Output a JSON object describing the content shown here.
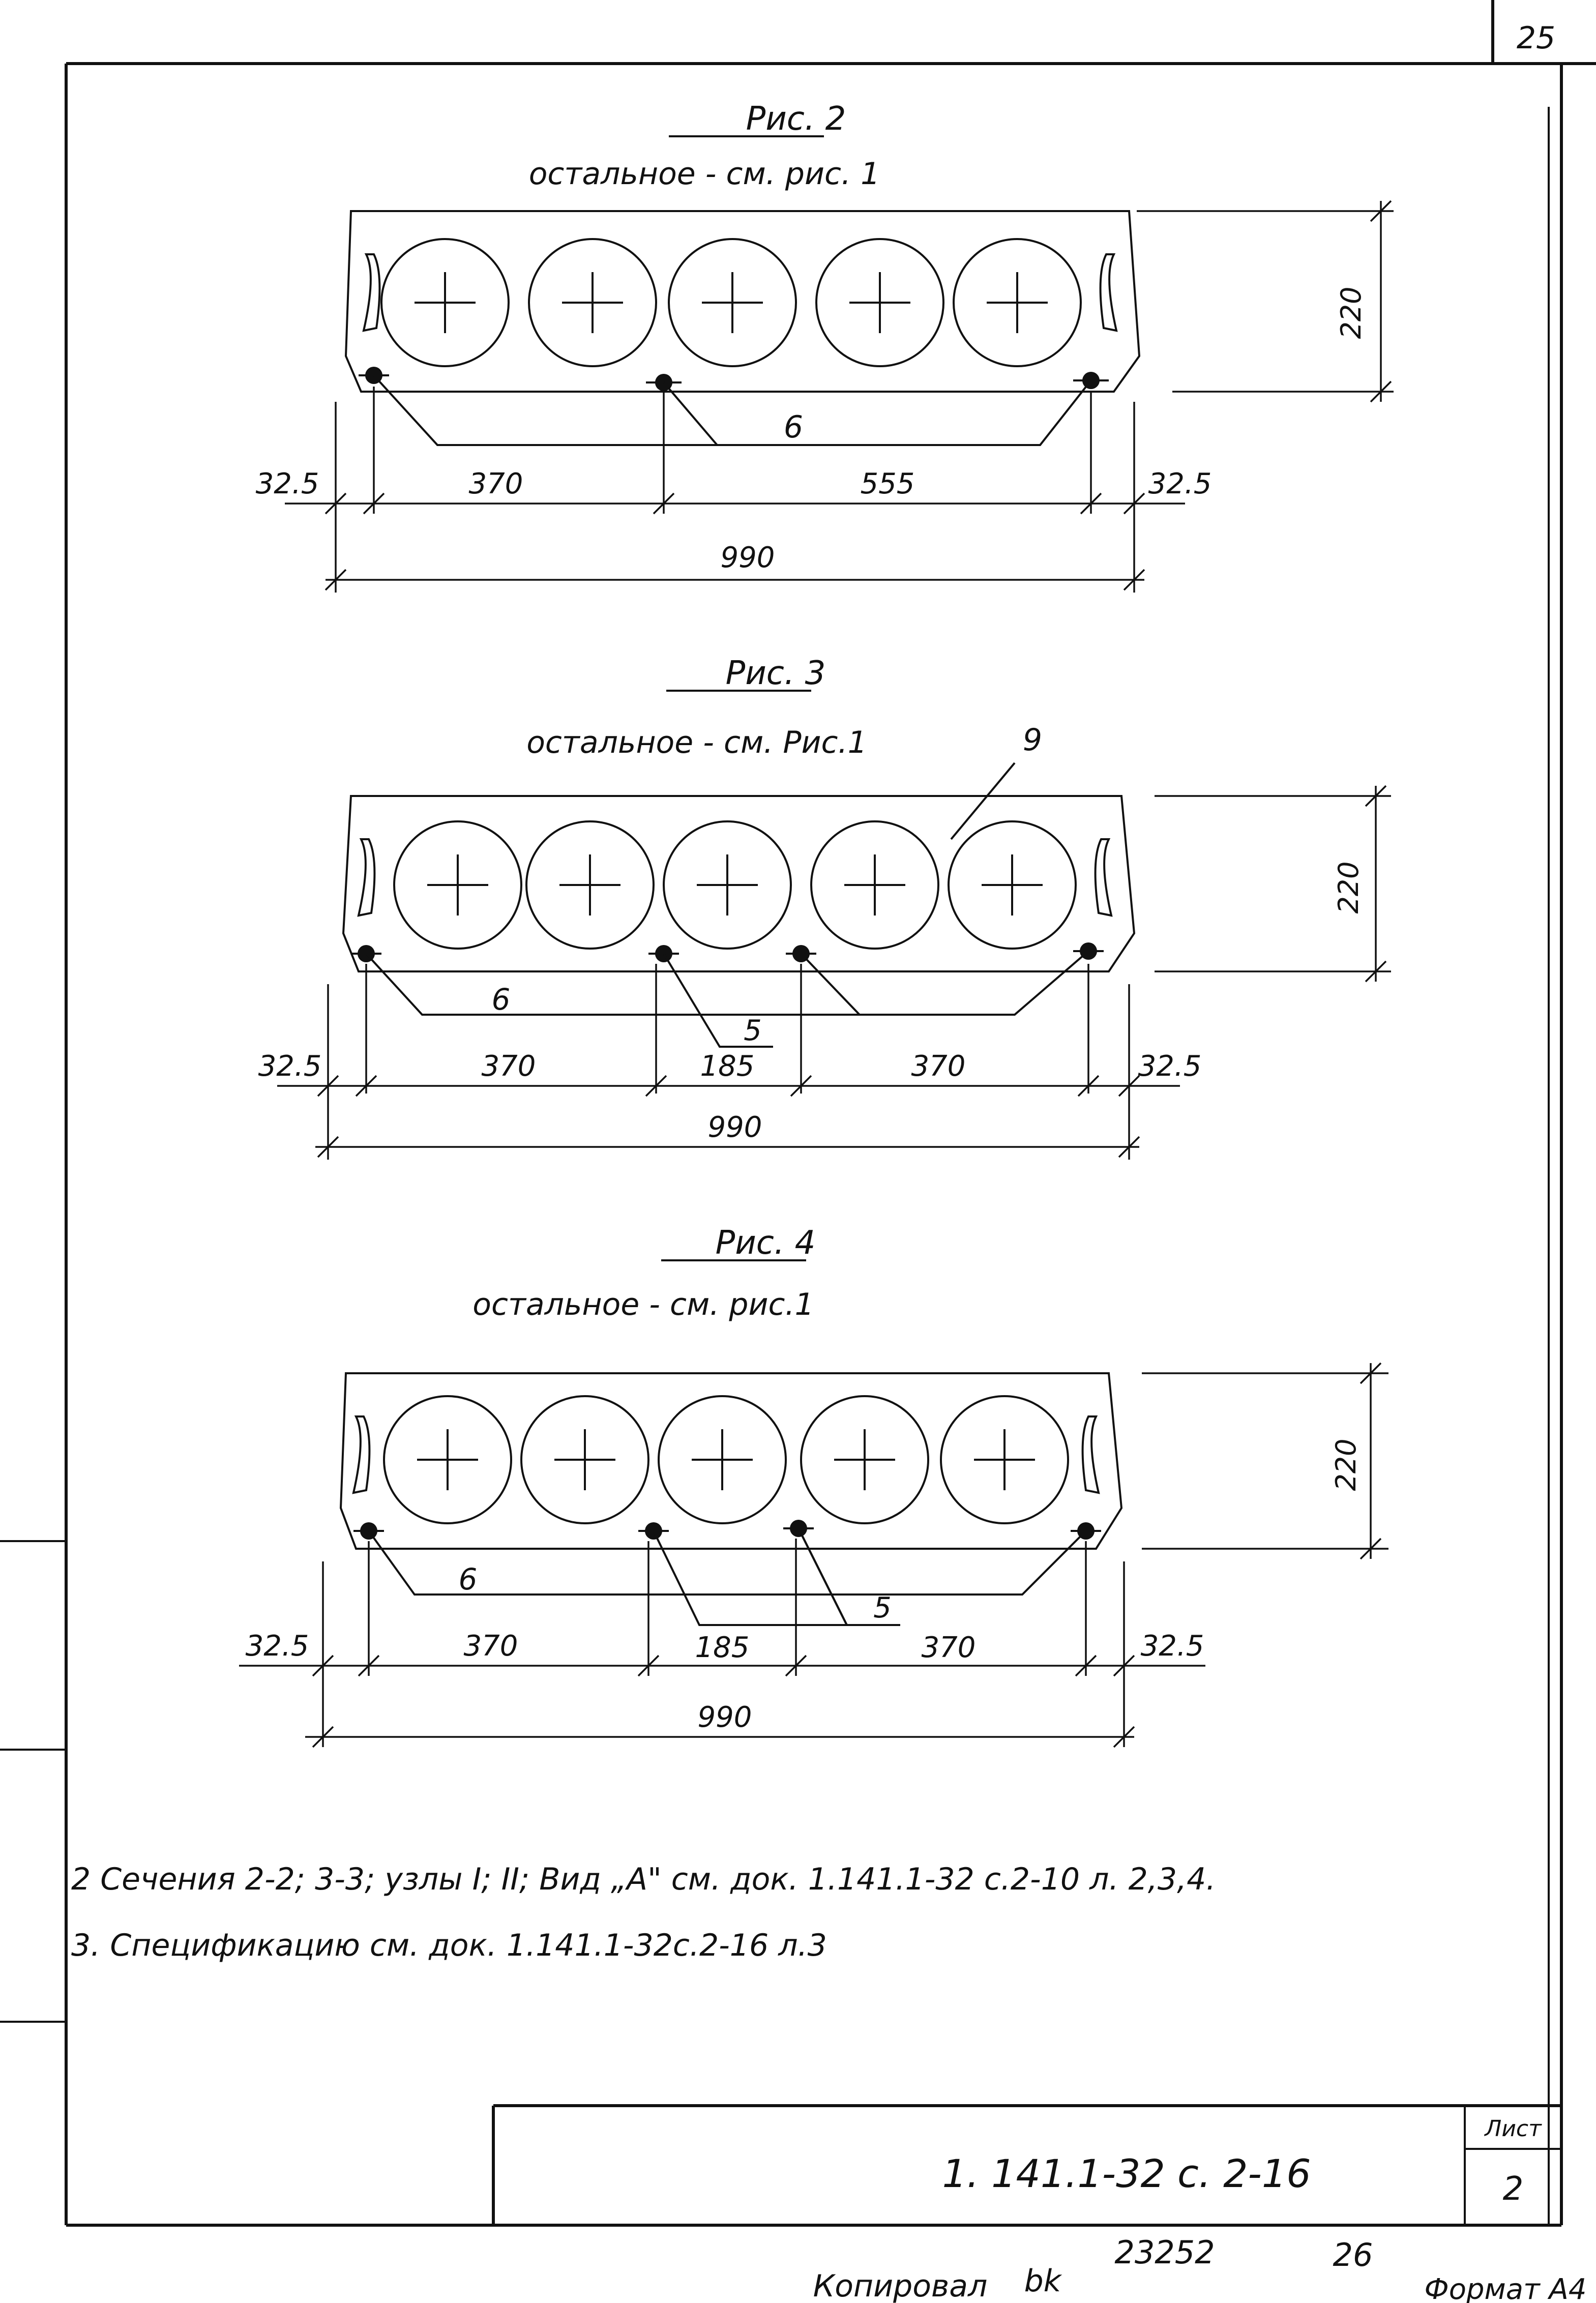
{
  "sheet_corner_number": "25",
  "figures": [
    {
      "title": "Рис. 2",
      "subtitle": "остальное - см. рис. 1",
      "height_label": "220",
      "callouts": [
        {
          "label": "6"
        }
      ],
      "dims_top": [
        "32.5",
        "370",
        "555",
        "32.5"
      ],
      "dim_total": "990"
    },
    {
      "title": "Рис. 3",
      "subtitle": "остальное - см. Рис.1",
      "height_label": "220",
      "callouts": [
        {
          "label": "9"
        },
        {
          "label": "6"
        },
        {
          "label": "5"
        }
      ],
      "dims_top": [
        "32.5",
        "370",
        "185",
        "370",
        "32.5"
      ],
      "dim_total": "990"
    },
    {
      "title": "Рис. 4",
      "subtitle": "остальное - см. рис.1",
      "height_label": "220",
      "callouts": [
        {
          "label": "6"
        },
        {
          "label": "5"
        }
      ],
      "dims_top": [
        "32.5",
        "370",
        "185",
        "370",
        "32.5"
      ],
      "dim_total": "990"
    }
  ],
  "notes": [
    "2 Сечения 2-2; 3-3; узлы I; II; Вид „А\" см. док. 1.141.1-32 с.2-10 л. 2,3,4.",
    "3. Спецификацию см. док. 1.141.1-32с.2-16 л.3"
  ],
  "title_block": {
    "doc_code": "1. 141.1-32 с. 2-16",
    "sheet_label": "Лист",
    "sheet_number": "2"
  },
  "footer": {
    "copied_by": "Копировал",
    "signature": "bk",
    "order_number": "23252",
    "sheet_total": "26",
    "format": "Формат А4"
  }
}
